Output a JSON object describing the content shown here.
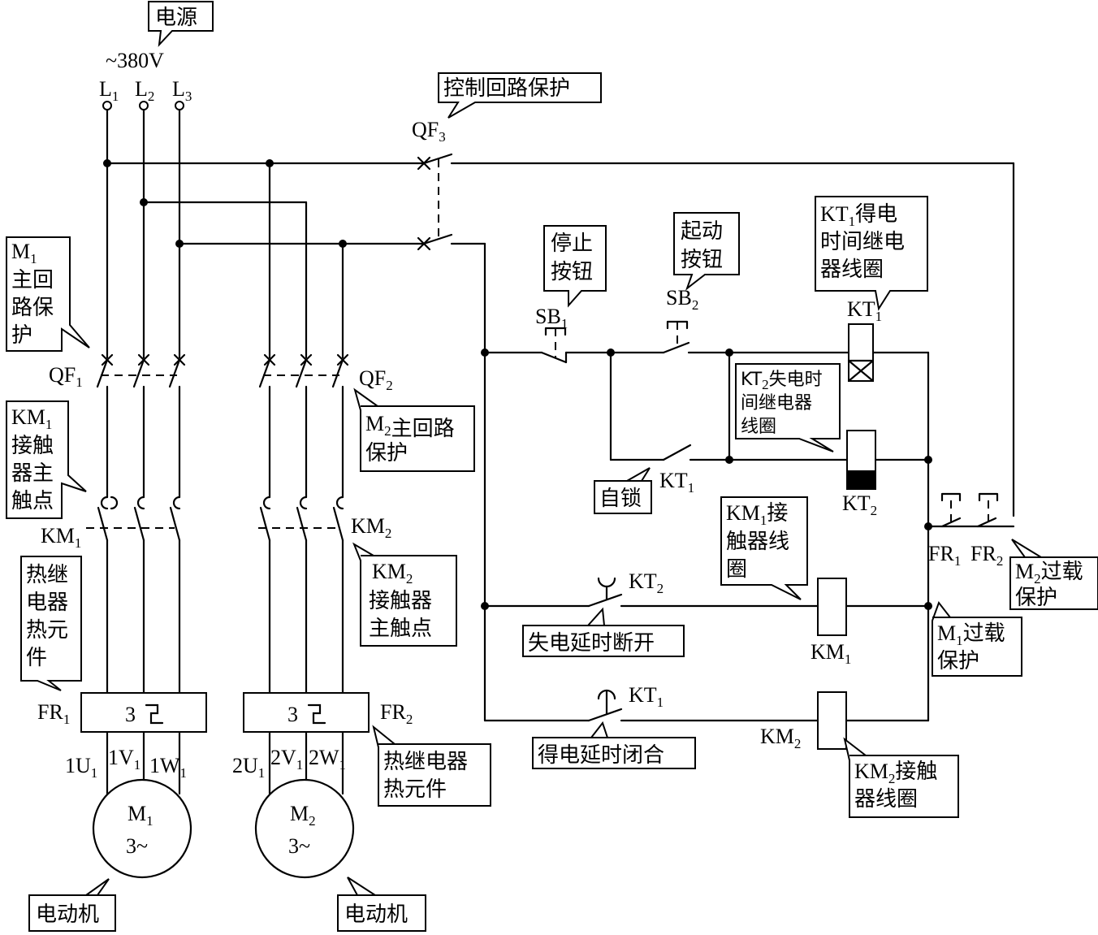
{
  "power": {
    "title": "电源",
    "voltage": "~380V",
    "phases": [
      {
        "base": "L",
        "sub": "1"
      },
      {
        "base": "L",
        "sub": "2"
      },
      {
        "base": "L",
        "sub": "3"
      }
    ]
  },
  "callouts": {
    "control_protect": "控制回路保护",
    "m1_main_protect": [
      "M",
      "1",
      "主回",
      "路保",
      "护"
    ],
    "m2_main_protect": [
      "M",
      "2",
      "主回路",
      "保护"
    ],
    "km1_main_contact": [
      "KM",
      "1",
      "接触",
      "器主",
      "触点"
    ],
    "km2_main_contact": [
      "KM",
      "2",
      "接触器",
      "主触点"
    ],
    "fr1_thermal": [
      "热继",
      "电器",
      "热元",
      "件"
    ],
    "fr2_thermal": [
      "热继电器",
      "热元件"
    ],
    "stop_button": [
      "停止",
      "按钮"
    ],
    "start_button": [
      "起动",
      "按钮"
    ],
    "kt1_coil": [
      "KT",
      "1",
      "得电",
      "时间继电",
      "器线圈"
    ],
    "kt2_coil": [
      "KT",
      "2",
      "失电时",
      "间继电器",
      "线圈"
    ],
    "self_lock": "自锁",
    "km1_coil": [
      "KM",
      "1",
      "接",
      "触器线",
      "圈"
    ],
    "km2_coil": [
      "KM",
      "2",
      "接触",
      "器线圈"
    ],
    "off_delay_open": "失电延时断开",
    "on_delay_close": "得电延时闭合",
    "m1_overload": [
      "M",
      "1",
      "过载",
      "保护"
    ],
    "m2_overload": [
      "M",
      "2",
      "过载",
      "保护"
    ],
    "motor1": "电动机",
    "motor2": "电动机"
  },
  "labels": {
    "qf1": {
      "base": "QF",
      "sub": "1"
    },
    "qf2": {
      "base": "QF",
      "sub": "2"
    },
    "qf3": {
      "base": "QF",
      "sub": "3"
    },
    "km1": {
      "base": "KM",
      "sub": "1"
    },
    "km2": {
      "base": "KM",
      "sub": "2"
    },
    "fr1": {
      "base": "FR",
      "sub": "1"
    },
    "fr2": {
      "base": "FR",
      "sub": "2"
    },
    "sb1": {
      "base": "SB",
      "sub": "1"
    },
    "sb2": {
      "base": "SB",
      "sub": "2"
    },
    "kt1": {
      "base": "KT",
      "sub": "1"
    },
    "kt2": {
      "base": "KT",
      "sub": "2"
    },
    "kt1_contact": {
      "base": "KT",
      "sub": "1"
    },
    "kt2_contact": {
      "base": "KT",
      "sub": "2"
    },
    "kt1_delay": {
      "base": "KT",
      "sub": "1"
    },
    "kt2_delay": {
      "base": "KT",
      "sub": "2"
    },
    "km1_coil": {
      "base": "KM",
      "sub": "1"
    },
    "km2_coil": {
      "base": "KM",
      "sub": "2"
    },
    "fr1_ctrl": {
      "base": "FR",
      "sub": "1"
    },
    "fr2_ctrl": {
      "base": "FR",
      "sub": "2"
    },
    "thermal_mark": "3",
    "m1_terms": [
      {
        "base": "1U",
        "sub": "1"
      },
      {
        "base": "1V",
        "sub": "1"
      },
      {
        "base": "1W",
        "sub": "1"
      }
    ],
    "m2_terms": [
      {
        "base": "2U",
        "sub": "1"
      },
      {
        "base": "2V",
        "sub": "1"
      },
      {
        "base": "2W",
        "sub": "1"
      }
    ],
    "motor1": {
      "base": "M",
      "sub": "1",
      "phase": "3~"
    },
    "motor2": {
      "base": "M",
      "sub": "2",
      "phase": "3~"
    }
  }
}
